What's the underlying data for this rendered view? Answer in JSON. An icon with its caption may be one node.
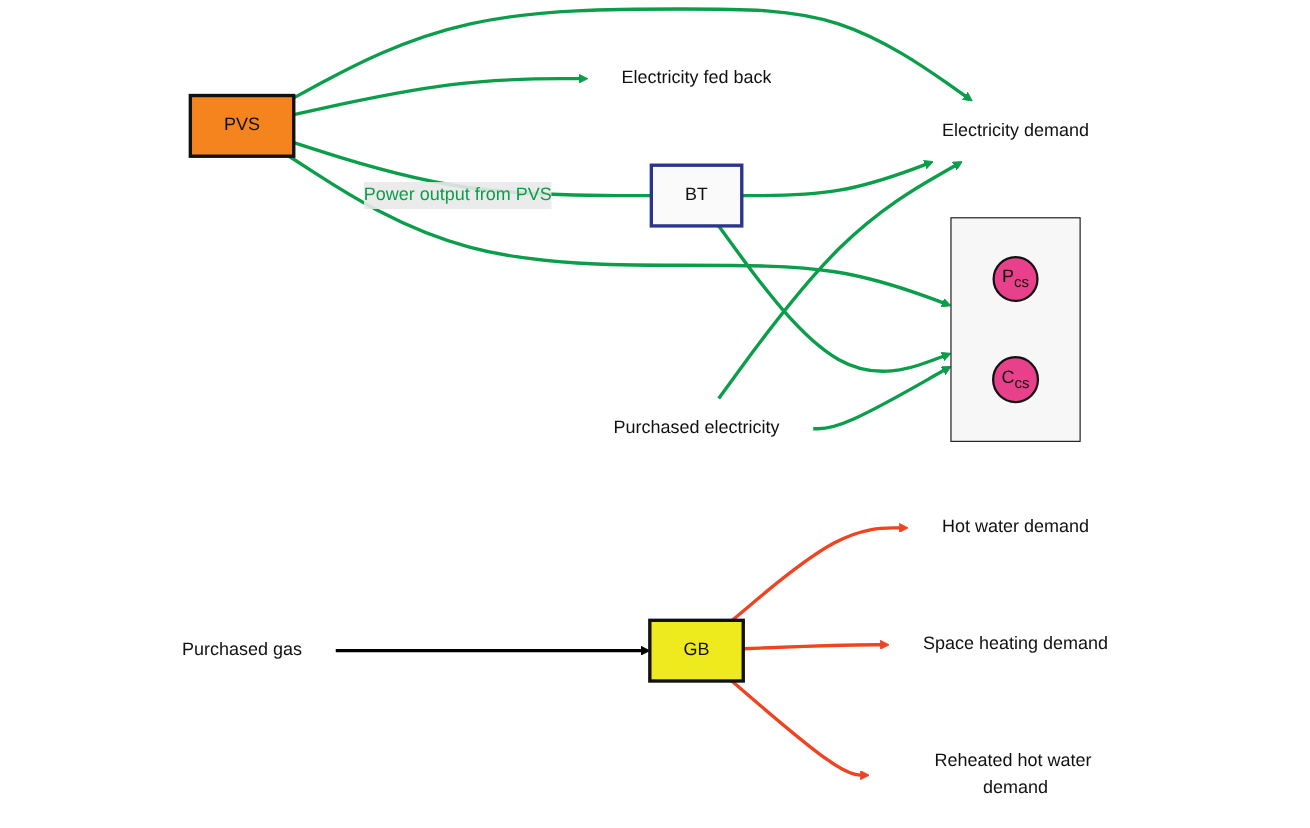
{
  "diagram": {
    "nodes": [
      {
        "text": [
          "PVS"
        ]
      },
      {
        "text": [
          "BT"
        ]
      },
      {
        "text": [],
        "shape": "box"
      },
      {
        "text": [
          "P$_{cs}$"
        ],
        "in": 2
      },
      {
        "text": [
          "C$_{cs}$"
        ],
        "in": 2
      },
      {
        "text": [
          "Electricity fed back"
        ]
      },
      {
        "text": [
          "Purchased electricity"
        ]
      },
      {
        "text": [
          "Electricity demand"
        ]
      },
      {
        "text": [
          "Purchased gas"
        ]
      },
      {
        "text": [
          "GB"
        ]
      },
      {
        "text": [
          "Hot water demand"
        ]
      },
      {
        "text": [
          "Space heating demand"
        ]
      },
      {
        "text": [
          "Reheated hot water demand"
        ]
      }
    ],
    "edges": [
      {
        "from": 0,
        "to": 1,
        "arrow": "none",
        "label": "Power output from PVS"
      },
      {
        "from": 0,
        "to": 5,
        "arrow": "to"
      },
      {
        "from": 0,
        "to": 7,
        "arrow": "to"
      },
      {
        "from": 1,
        "to": 7,
        "arrow": "to"
      },
      {
        "from": 6,
        "to": 7,
        "arrow": "to"
      },
      {
        "from": 0,
        "to": 2,
        "arrow": "to"
      },
      {
        "from": 1,
        "to": 2,
        "arrow": "to"
      },
      {
        "from": 6,
        "to": 2,
        "arrow": "to"
      },
      {
        "from": 8,
        "to": 9,
        "arrow": "to",
        "color": "#000000"
      },
      {
        "from": 9,
        "to": 10,
        "arrow": "to",
        "color": "#ee4422"
      },
      {
        "from": 9,
        "to": 11,
        "arrow": "to",
        "color": "#ee4422"
      },
      {
        "from": 9,
        "to": 12,
        "arrow": "to",
        "color": "#ee4422"
      }
    ]
  }
}
